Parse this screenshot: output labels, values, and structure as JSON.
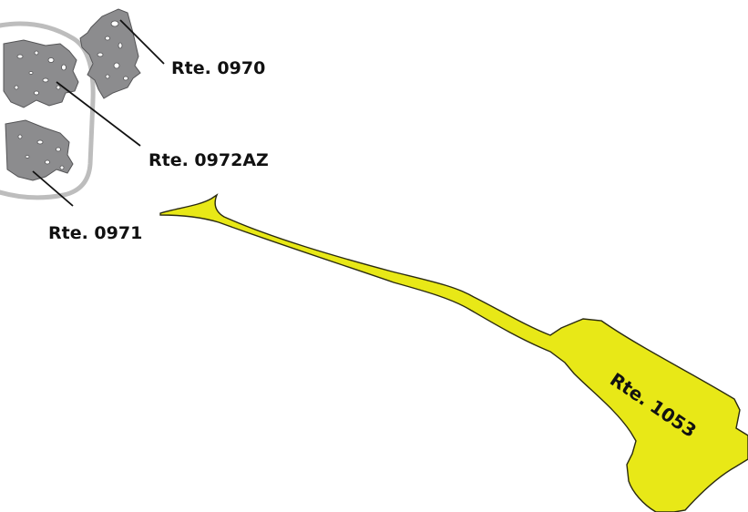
{
  "map": {
    "colors": {
      "highlight_route": "#e8e817",
      "parcel_gray": "#8c8c8e",
      "outline_gray": "#bdbdbd"
    },
    "routes": [
      {
        "id": "rte-0970",
        "label": "Rte. 0970",
        "color": "gray"
      },
      {
        "id": "rte-0972az",
        "label": "Rte. 0972AZ",
        "color": "gray"
      },
      {
        "id": "rte-0971",
        "label": "Rte. 0971",
        "color": "gray"
      },
      {
        "id": "rte-1053",
        "label": "Rte. 1053",
        "color": "yellow",
        "highlighted": true
      }
    ]
  }
}
